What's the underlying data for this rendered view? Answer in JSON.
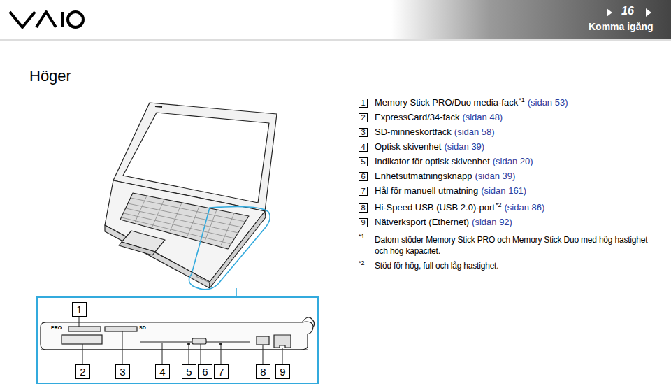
{
  "diagram": {
    "title": "Höger",
    "nodes": [
      {
        "text": [
          "1"
        ]
      },
      {
        "text": [
          "2"
        ]
      },
      {
        "text": [
          "3"
        ]
      },
      {
        "text": [
          "4"
        ]
      },
      {
        "text": [
          "5"
        ]
      },
      {
        "text": [
          "6"
        ]
      },
      {
        "text": [
          "7"
        ]
      },
      {
        "text": [
          "8"
        ]
      },
      {
        "text": [
          "9"
        ]
      },
      {
        "text": [
          "1"
        ]
      },
      {
        "text": [
          "2"
        ]
      },
      {
        "text": [
          "3"
        ]
      },
      {
        "text": [
          "4"
        ]
      },
      {
        "text": [
          "5"
        ]
      },
      {
        "text": [
          "6"
        ]
      },
      {
        "text": [
          "7"
        ]
      },
      {
        "text": [
          "8"
        ]
      },
      {
        "text": [
          "9"
        ]
      }
    ],
    "labels": [
      "16",
      "Komma igång",
      "Memory Stick PRO/Duo media-fack",
      "*1",
      "(sidan 53)",
      "ExpressCard/34-fack",
      "(sidan 48)",
      "SD-minneskortfack",
      "(sidan 58)",
      "Optisk skivenhet",
      "(sidan 39)",
      "Indikator för optisk skivenhet",
      "(sidan 20)",
      "Enhetsutmatningsknapp",
      "(sidan 39)",
      "Hål för manuell utmatning",
      "(sidan 161)",
      "Hi-Speed USB (USB 2.0)-port",
      "*2",
      "(sidan 86)",
      "Nätverksport (Ethernet)",
      "(sidan 92)",
      "*1",
      "Datorn stöder Memory Stick PRO och Memory Stick Duo med hög hastighet och hög kapacitet.",
      "*2",
      "Stöd för hög, full och låg hastighet.",
      "PRO",
      "SD"
    ]
  }
}
